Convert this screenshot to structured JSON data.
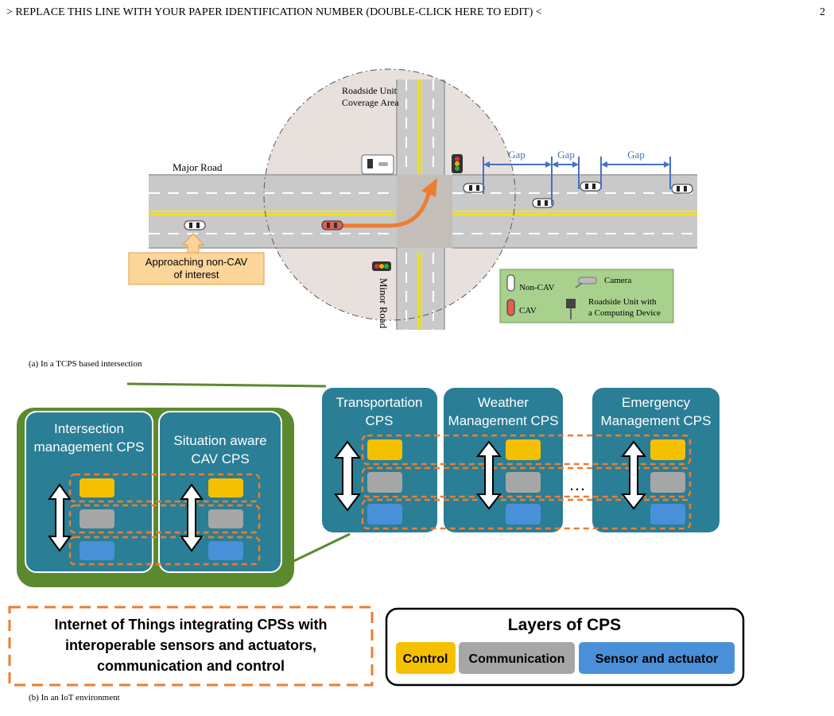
{
  "header": {
    "running_title": "> REPLACE THIS LINE WITH YOUR PAPER IDENTIFICATION NUMBER (DOUBLE-CLICK HERE TO EDIT) <",
    "page_number": "2"
  },
  "figure_a": {
    "coverage_label_1": "Roadside Unit",
    "coverage_label_2": "Coverage Area",
    "major_road": "Major Road",
    "minor_road": "Minor Road",
    "gap_labels": [
      "Gap",
      "Gap",
      "Gap"
    ],
    "callout_line1": "Approaching non-CAV",
    "callout_line2": "of interest",
    "legend": {
      "non_cav": "Non-CAV",
      "cav": "CAV",
      "camera": "Camera",
      "rsu_line1": "Roadside Unit with",
      "rsu_line2": "a Computing Device"
    },
    "caption": "(a)    In a TCPS based intersection"
  },
  "figure_b": {
    "inner_cps": [
      {
        "line1": "Intersection",
        "line2": "management CPS"
      },
      {
        "line1": "Situation aware",
        "line2": "CAV CPS"
      }
    ],
    "outer_cps": [
      {
        "line1": "Transportation",
        "line2": "CPS"
      },
      {
        "line1": "Weather",
        "line2": "Management CPS"
      },
      {
        "line1": "Emergency",
        "line2": "Management CPS"
      }
    ],
    "ellipsis": "…",
    "iot_text": [
      "Internet of Things integrating CPSs with",
      "interoperable sensors and actuators,",
      "communication and control"
    ],
    "layers_title": "Layers of CPS",
    "layers": [
      {
        "label": "Control",
        "color": "#f5c000"
      },
      {
        "label": "Communication",
        "color": "#a6a6a6"
      },
      {
        "label": "Sensor and actuator",
        "color": "#4a90d9"
      }
    ],
    "caption": "(b)    In an IoT environment"
  },
  "colors": {
    "teal": "#2a7e95",
    "green_frame": "#5b8a2e",
    "orange_dash": "#ed7d31",
    "road": "#c7c7c7",
    "lane_yellow": "#f5e400",
    "legend_green": "#a9d18e",
    "callout": "#fbd59a",
    "gap_blue": "#4472c4"
  }
}
